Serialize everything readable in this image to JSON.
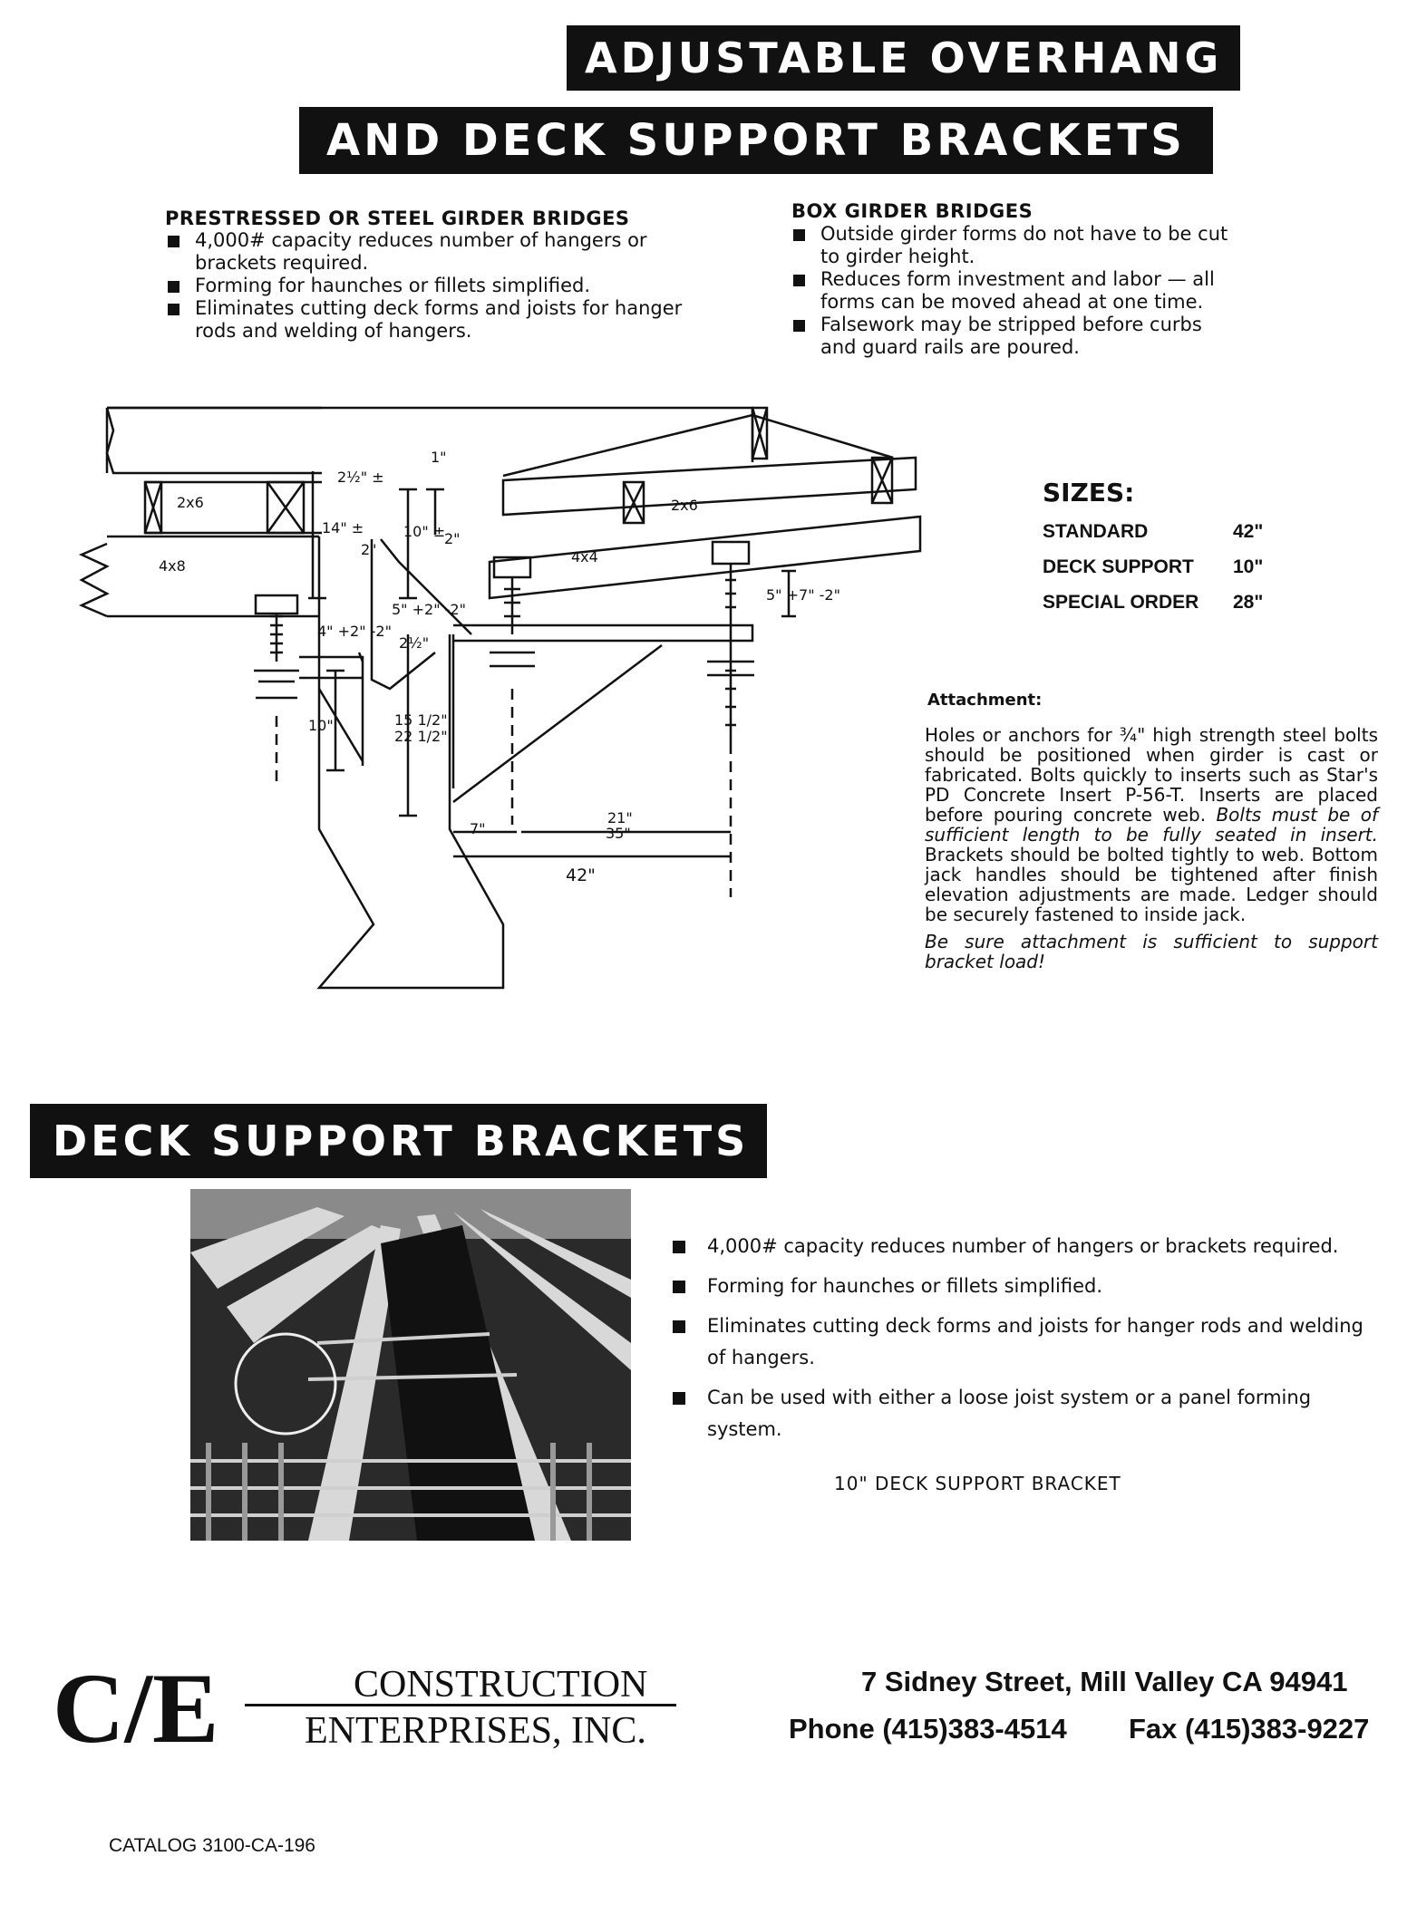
{
  "header": {
    "title_line1": "ADJUSTABLE OVERHANG",
    "title_line2": "AND DECK SUPPORT BRACKETS"
  },
  "prestressed": {
    "heading": "PRESTRESSED OR STEEL GIRDER BRIDGES",
    "bullets": [
      "4,000# capacity reduces number of hangers or brackets required.",
      "Forming for haunches or fillets simplified.",
      "Eliminates cutting deck forms and joists for hanger rods and welding of hangers."
    ]
  },
  "box_girder": {
    "heading": "BOX GIRDER BRIDGES",
    "bullets": [
      "Outside girder forms do not have to be cut to girder height.",
      "Reduces form investment and labor — all forms can be moved ahead at one time.",
      "Falsework may be stripped before curbs and guard rails are poured."
    ]
  },
  "diagram": {
    "labels": {
      "lumber_2x6_left": "2x6",
      "lumber_2x6_right": "2x6",
      "lumber_4x8": "4x8",
      "lumber_4x4": "4x4",
      "dim_1": "1\"",
      "dim_2_5_pm": "2½\" ±",
      "dim_14_pm": "14\" ±",
      "dim_10_pm": "10\" ±",
      "dim_2_a": "2\"",
      "dim_2_b": "2\"",
      "dim_5_left": "5\" +2\" -2\"",
      "dim_5_right": "5\" +7\" -2\"",
      "dim_4": "4\" +2\" -2\"",
      "dim_2_5": "2½\"",
      "dim_10": "10\"",
      "dim_15": "15 1/2\"",
      "dim_22": "22 1/2\"",
      "dim_7": "7\"",
      "dim_21": "21\"",
      "dim_35": "35\"",
      "dim_42": "42\""
    }
  },
  "sizes": {
    "title": "SIZES:",
    "rows": [
      {
        "label": "STANDARD",
        "value": "42\""
      },
      {
        "label": "DECK SUPPORT",
        "value": "10\""
      },
      {
        "label": "SPECIAL ORDER",
        "value": "28\""
      }
    ]
  },
  "attachment": {
    "title": "Attachment:",
    "text_1": "Holes or anchors for ¾\" high strength steel bolts should be positioned when girder is cast or fabricated. Bolts quickly to inserts such as Star's PD Concrete Insert P-56-T. Inserts are placed before pouring concrete web.",
    "text_italic": "Bolts must be of sufficient length to be fully seated in insert.",
    "text_2": "Brackets should be bolted tightly to web. Bottom jack handles should be tightened after finish elevation adjustments are made. Ledger should be securely fastened to inside jack.",
    "note": "Be sure attachment is sufficient to support bracket load!"
  },
  "deck_section": {
    "title": "DECK SUPPORT BRACKETS",
    "bullets": [
      "4,000# capacity reduces number of hangers or brackets required.",
      "Forming for haunches or fillets simplified.",
      "Eliminates cutting deck forms and joists for hanger rods and welding of hangers.",
      "Can be used with either a loose joist system or a panel forming system."
    ],
    "caption": "10\" DECK SUPPORT BRACKET"
  },
  "footer": {
    "logo": "C/E",
    "company_line1": "CONSTRUCTION",
    "company_line2": "ENTERPRISES, INC.",
    "address": "7 Sidney Street, Mill Valley CA  94941",
    "phone": "Phone (415)383-4514",
    "fax": "Fax (415)383-9227",
    "catalog": "CATALOG 3100-CA-196"
  }
}
